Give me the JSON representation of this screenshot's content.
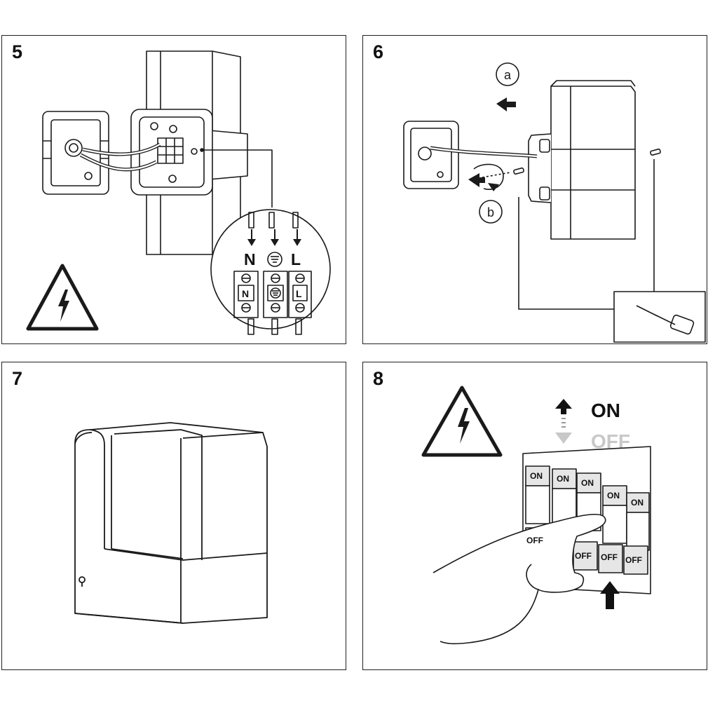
{
  "panels": [
    {
      "step": "5"
    },
    {
      "step": "6"
    },
    {
      "step": "7"
    },
    {
      "step": "8"
    }
  ],
  "panel5": {
    "terminals": [
      "N",
      "L"
    ],
    "wire_labels": [
      "N",
      "L"
    ],
    "warning_icon": "high-voltage-warning-icon",
    "earth_icon": "earth-ground-icon"
  },
  "panel6": {
    "callout_a": "a",
    "callout_b": "b",
    "tool_icon": "screwdriver-icon"
  },
  "panel8": {
    "on_label": "ON",
    "off_label": "OFF",
    "switch_on": [
      "ON",
      "ON",
      "ON",
      "ON",
      "ON"
    ],
    "switch_off": [
      "OFF",
      "OFF",
      "OFF",
      "OFF"
    ],
    "warning_icon": "high-voltage-warning-icon"
  },
  "colors": {
    "line": "#1a1a1a",
    "inactive_gray": "#c8c8c8",
    "switch_fill": "#e6e6e6"
  }
}
